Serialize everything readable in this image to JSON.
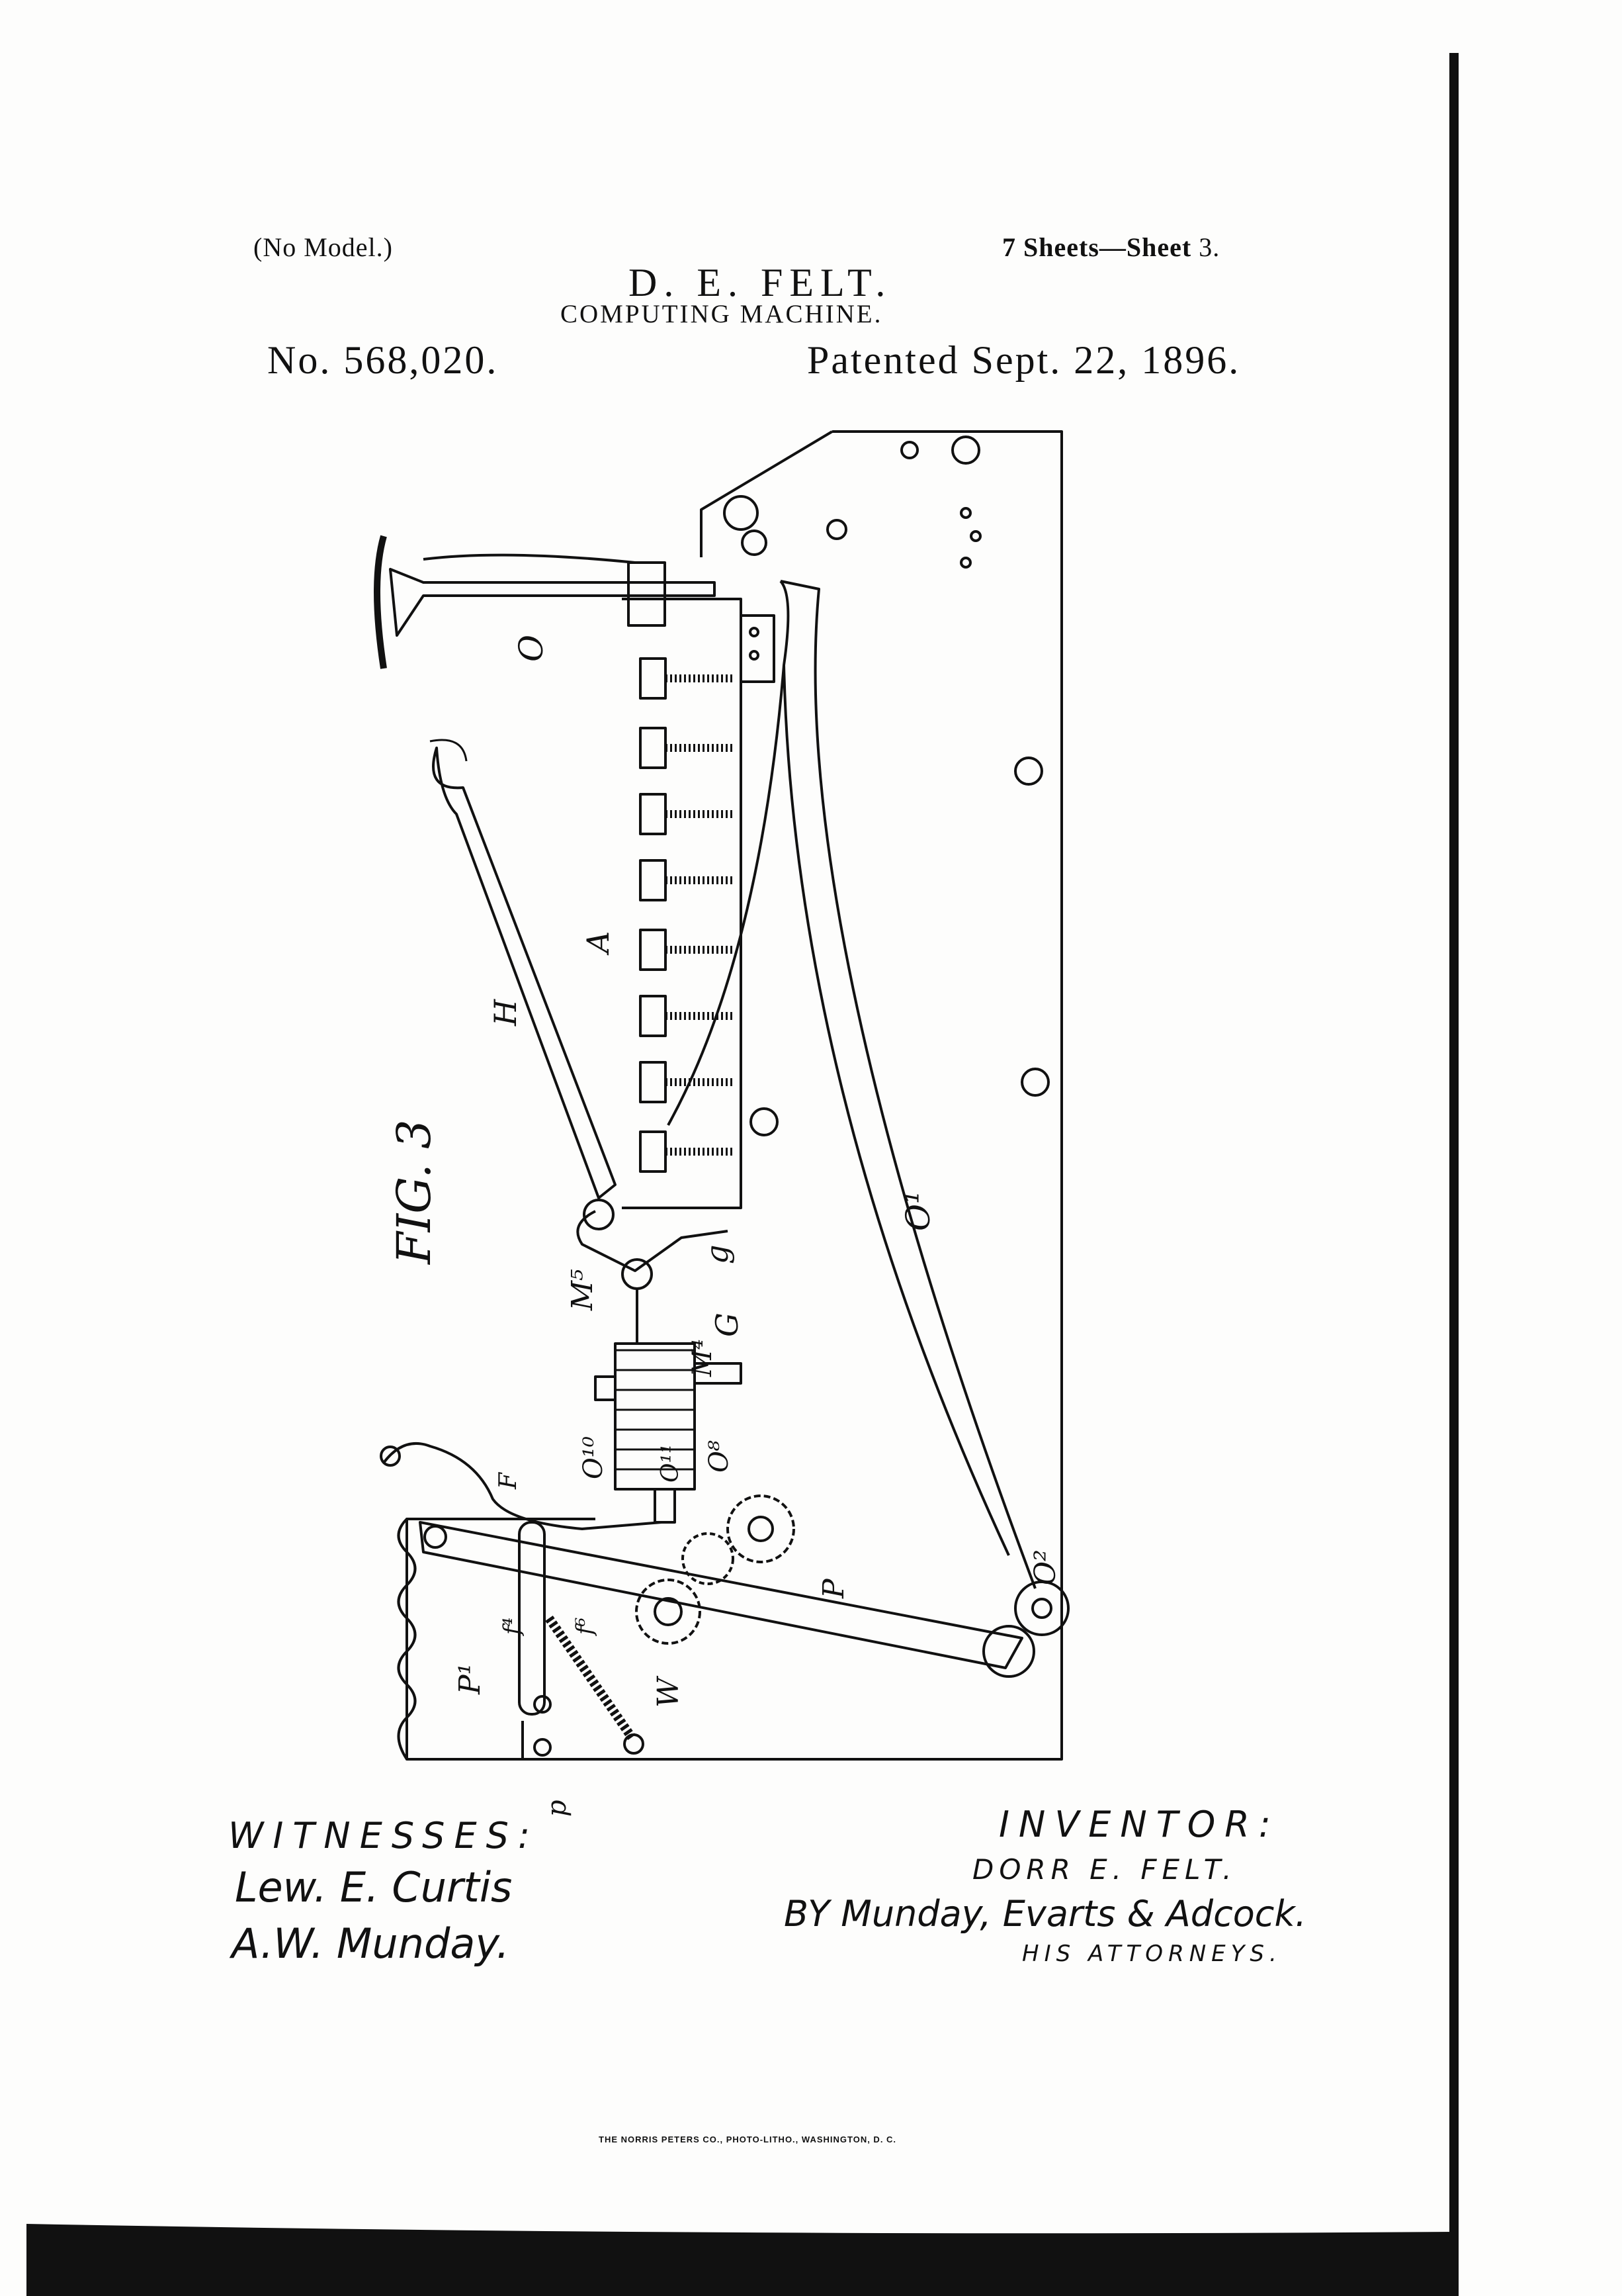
{
  "header": {
    "no_model": "(No Model.)",
    "sheets": "7 Sheets—Sheet",
    "sheet_number": "3.",
    "inventor": "D. E. FELT.",
    "title": "COMPUTING MACHINE.",
    "patent_number": "No. 568,020.",
    "patent_date": "Patented Sept. 22, 1896."
  },
  "figure": {
    "caption": "FIG. 3",
    "labels": {
      "O_top": "O",
      "A": "A",
      "H": "H",
      "O1": "O¹",
      "g": "g",
      "G": "G",
      "M5": "M⁵",
      "M4": "M⁴",
      "O10": "O¹⁰",
      "O11": "O¹¹",
      "O8": "O⁸",
      "F": "F",
      "f4": "f⁴",
      "f6": "f⁶",
      "P1": "P¹",
      "P": "P",
      "W": "W",
      "O2": "O²",
      "p": "p"
    }
  },
  "footer": {
    "witnesses_heading": "WITNESSES:",
    "witness_1": "Lew. E. Curtis",
    "witness_2": "A.W. Munday.",
    "inventor_heading": "INVENTOR:",
    "inventor_name": "DORR E. FELT.",
    "attorneys_by": "BY Munday, Evarts & Adcock.",
    "attorneys_label": "HIS ATTORNEYS.",
    "printer": "THE NORRIS PETERS CO., PHOTO-LITHO., WASHINGTON, D. C."
  }
}
